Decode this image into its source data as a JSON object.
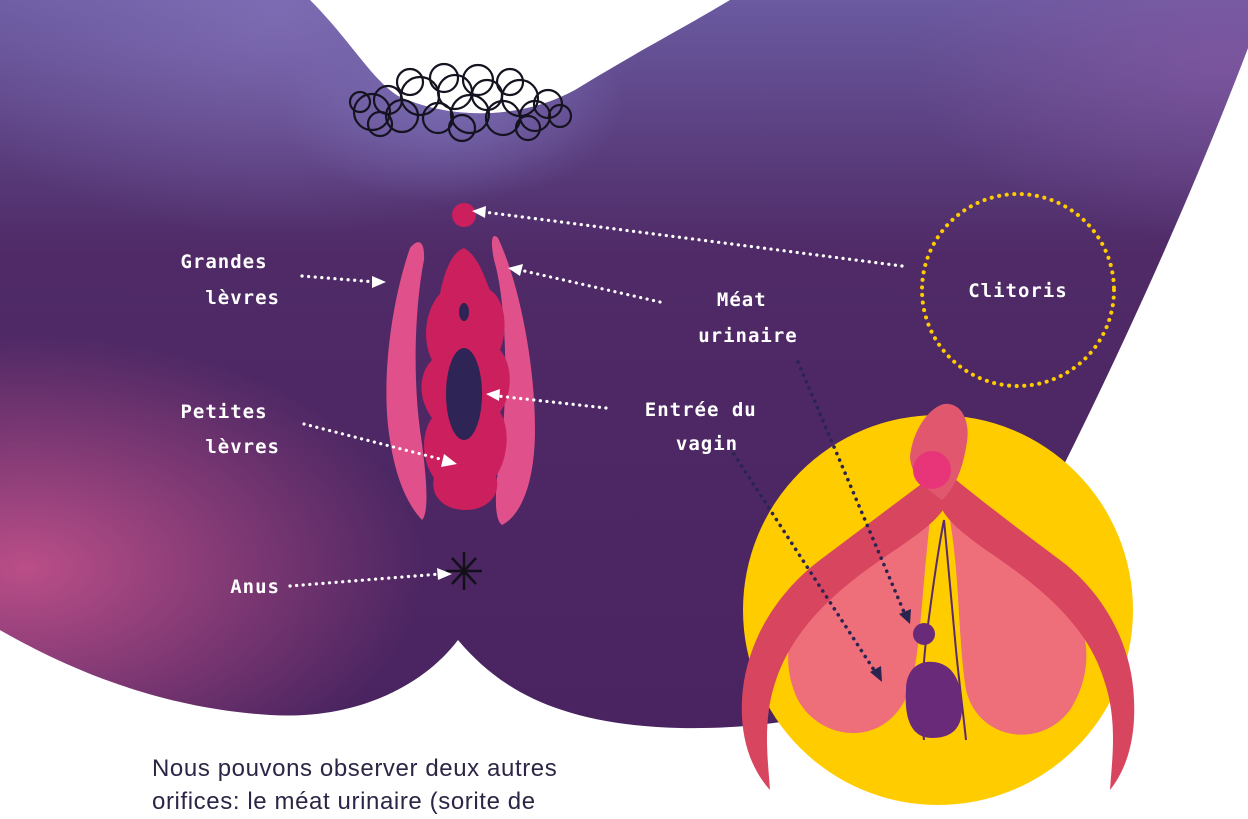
{
  "labels": {
    "grandes_levres": [
      "Grandes",
      "lèvres"
    ],
    "petites_levres": [
      "Petites",
      "lèvres"
    ],
    "anus": "Anus",
    "meat_urinaire": [
      "Méat",
      "urinaire"
    ],
    "entree_vagin": [
      "Entrée du",
      "vagin"
    ],
    "clitoris": "Clitoris"
  },
  "caption": {
    "line1": "Nous pouvons observer deux autres",
    "line2": "orifices: le méat urinaire (sorite de"
  },
  "colors": {
    "body_purple": "#4f2a66",
    "body_top": "#6a5aa0",
    "body_pink_edge": "#b4508a",
    "outer_labia": "#e0508a",
    "inner_labia": "#cc1f5e",
    "vaginal_opening": "#2e2455",
    "yellow_disc": "#ffcc00",
    "clitoris_bulb": "#ee6e7a",
    "clitoris_crura": "#d8455e",
    "glans": "#e8357a",
    "dotted_white": "#ffffff",
    "dotted_dark": "#2b2450",
    "dotted_yellow": "#ffcc00"
  }
}
